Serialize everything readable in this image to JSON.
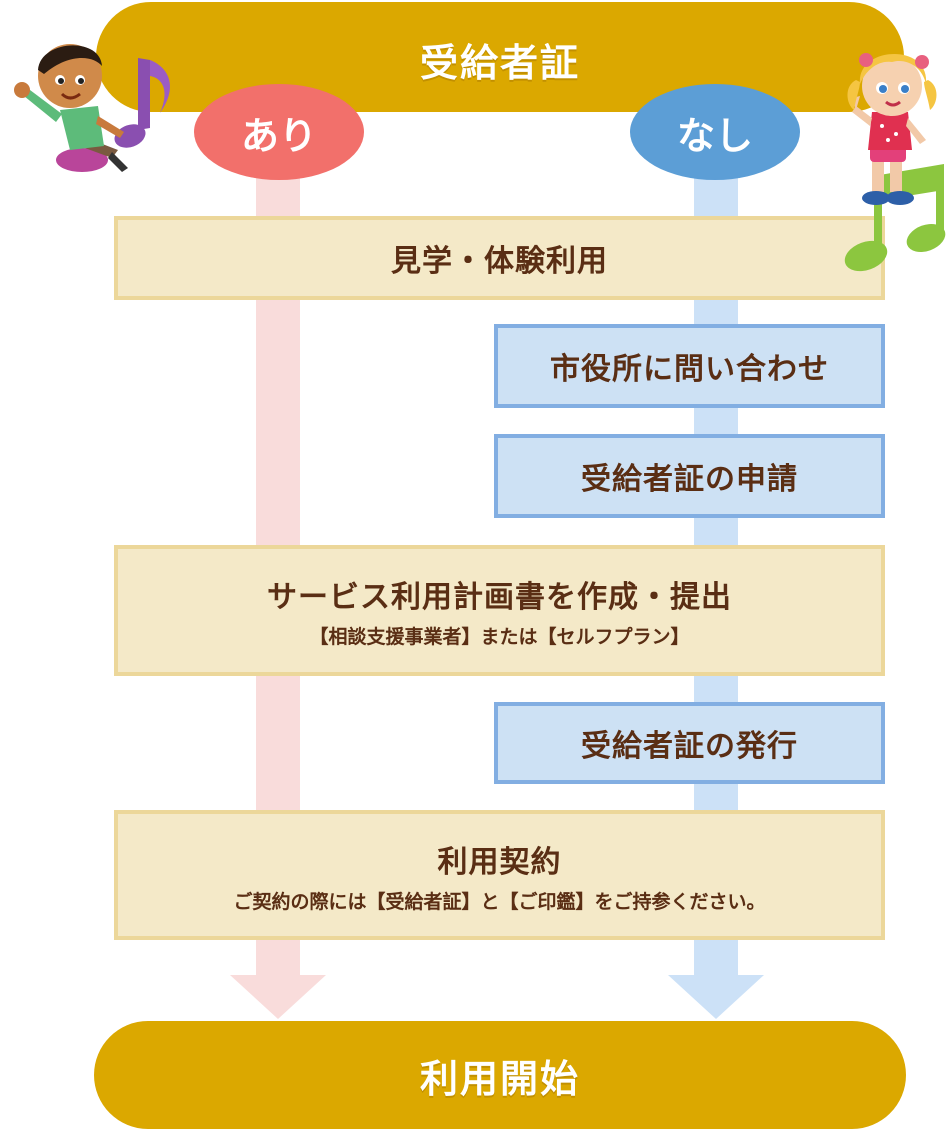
{
  "header": {
    "title": "受給者証"
  },
  "branches": {
    "yes": "あり",
    "no": "なし"
  },
  "steps": {
    "visit": "見学・体験利用",
    "inquiry": "市役所に問い合わせ",
    "apply": "受給者証の申請",
    "plan": {
      "title": "サービス利用計画書を作成・提出",
      "note": "【相談支援事業者】または【セルフプラン】"
    },
    "issue": "受給者証の発行",
    "contract": {
      "title": "利用契約",
      "note": "ご契約の際には【受給者証】と【ご印鑑】をご持参ください。"
    }
  },
  "footer": {
    "title": "利用開始"
  },
  "colors": {
    "gold": "#dba800",
    "yes": "#f2706b",
    "no": "#5c9ed6",
    "cream": "#f4e9c8",
    "blue_box": "#cde1f4",
    "text": "#5a2e14"
  },
  "icons": [
    "boy-with-music-note-icon",
    "girl-on-music-note-icon"
  ]
}
